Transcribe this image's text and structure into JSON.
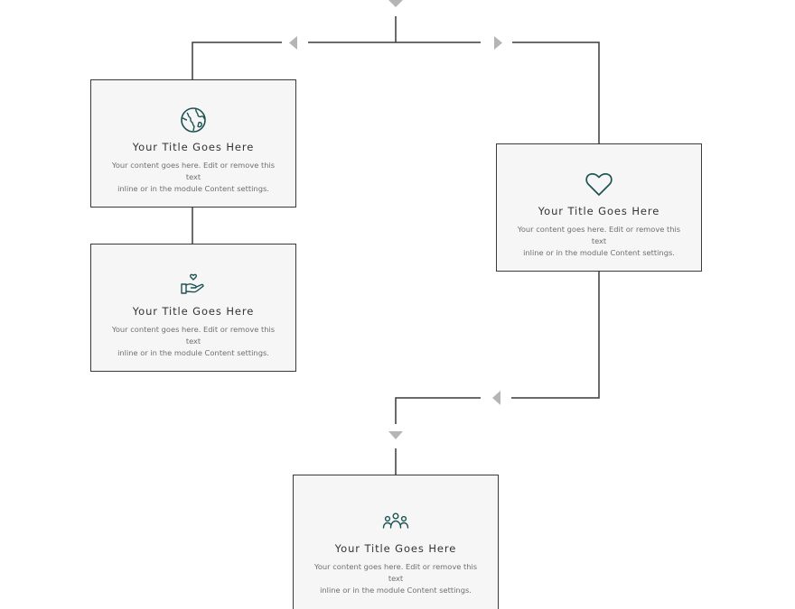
{
  "accent_color": "#1c5352",
  "line_color": "#3a3a3a",
  "arrow_color": "#b5b5b5",
  "cards": [
    {
      "icon": "globe-icon",
      "title": "Your Title Goes Here",
      "body_line1": "Your content goes here. Edit or remove this text",
      "body_line2": "inline or in the module Content settings."
    },
    {
      "icon": "heart-icon",
      "title": "Your Title Goes Here",
      "body_line1": "Your content goes here. Edit or remove this text",
      "body_line2": "inline or in the module Content settings."
    },
    {
      "icon": "hand-heart-icon",
      "title": "Your Title Goes Here",
      "body_line1": "Your content goes here. Edit or remove this text",
      "body_line2": "inline or in the module Content settings."
    },
    {
      "icon": "people-group-icon",
      "title": "Your Title Goes Here",
      "body_line1": "Your content goes here. Edit or remove this text",
      "body_line2": "inline or in the module Content settings."
    }
  ]
}
